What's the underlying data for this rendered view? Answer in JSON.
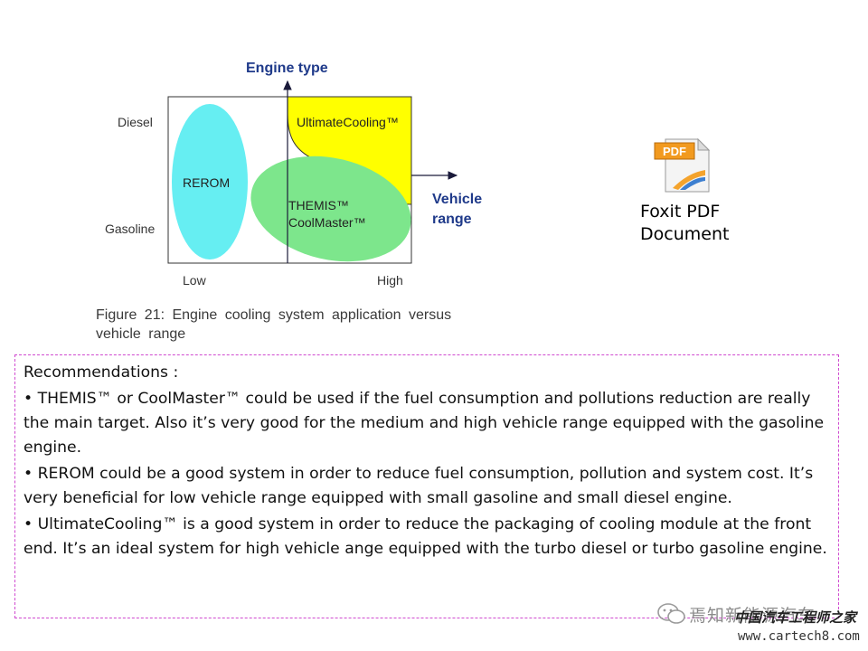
{
  "diagram": {
    "y_axis_title": "Engine type",
    "x_axis_title_line1": "Vehicle",
    "x_axis_title_line2": "range",
    "y_labels": {
      "top": "Diesel",
      "bottom": "Gasoline"
    },
    "x_labels": {
      "left": "Low",
      "right": "High"
    },
    "regions": {
      "rerom": {
        "label": "REROM",
        "color": "#66eef2"
      },
      "themis_line1": "THEMIS™",
      "themis_line2": "CoolMaster™",
      "themis_color": "#7de68c",
      "ultimate": {
        "label": "UltimateCooling™",
        "color": "#ffff00"
      }
    },
    "caption_line1": "Figure 21: Engine cooling system application versus",
    "caption_line2": "vehicle range"
  },
  "attachment": {
    "icon": "pdf-file-icon",
    "icon_text": "PDF",
    "label_line1": "Foxit PDF",
    "label_line2": "Document"
  },
  "recommendations": {
    "heading": "Recommendations :",
    "items": [
      "• THEMIS™ or CoolMaster™ could be used if the  fuel consumption and pollutions reduction are really the main target. Also it’s very good for the medium and high vehicle range equipped with the gasoline engine.",
      "• REROM could be a good system in order to reduce fuel consumption, pollution and system cost. It’s very beneficial for low vehicle range equipped with small gasoline and small diesel engine.",
      "• UltimateCooling™ is a good system in order to reduce the packaging of cooling module at the front end. It’s an ideal system for high vehicle ange equipped with the turbo diesel or turbo gasoline engine."
    ]
  },
  "watermark": {
    "icon": "wechat-icon",
    "line1": "焉知新能源汽车",
    "line2": "中国汽车工程师之家",
    "url": "www.cartech8.com"
  }
}
